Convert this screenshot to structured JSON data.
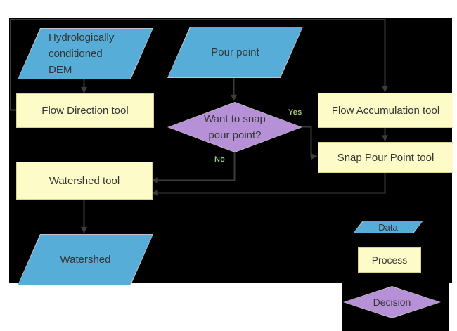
{
  "colors": {
    "canvas": "#000000",
    "data_fill": "#56add8",
    "process_fill": "#fdfcc8",
    "process_border": "#d8d292",
    "decision_fill": "#b791d8",
    "arrow": "#3c3c3c",
    "text": "#353535",
    "branch_label": "#d3d45e"
  },
  "nodes": {
    "dem": {
      "type": "data",
      "lines": [
        "Hydrologically",
        "conditioned",
        "DEM"
      ]
    },
    "pour_point": {
      "type": "data",
      "label": "Pour point"
    },
    "flow_direction": {
      "type": "process",
      "label": "Flow Direction tool"
    },
    "flow_accumulation": {
      "type": "process",
      "label": "Flow Accumulation tool"
    },
    "snap_decision": {
      "type": "decision",
      "lines": [
        "Want to snap",
        "pour point?"
      ]
    },
    "snap_pour_point": {
      "type": "process",
      "label": "Snap Pour Point tool"
    },
    "watershed_tool": {
      "type": "process",
      "label": "Watershed tool"
    },
    "watershed": {
      "type": "data",
      "label": "Watershed"
    }
  },
  "edge_labels": {
    "yes": "Yes",
    "no": "No"
  },
  "legend": {
    "data": "Data",
    "process": "Process",
    "decision": "Decision"
  }
}
